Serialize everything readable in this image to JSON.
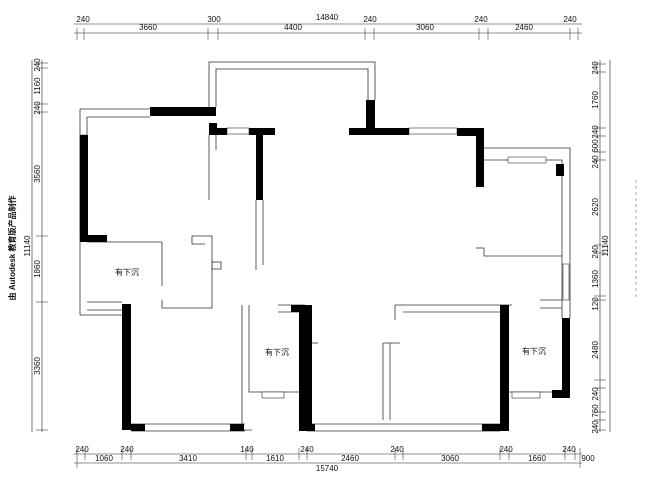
{
  "side_note": "由 Autodesk 教育版产品制作",
  "dimensions": {
    "top_total": "14840",
    "top_ticks": [
      "240",
      "240",
      "240",
      "240"
    ],
    "top_segments": [
      "3660",
      "300",
      "4400",
      "3060",
      "2460"
    ],
    "bottom_total": "15740",
    "bottom_ticks": [
      "240",
      "240",
      "140",
      "240",
      "240",
      "240",
      "240"
    ],
    "bottom_segments": [
      "1060",
      "3410",
      "1610",
      "2460",
      "3060",
      "1660",
      "900"
    ],
    "left_total": "11140",
    "left_segments": [
      "240",
      "1160",
      "240",
      "3560",
      "1860",
      "3360"
    ],
    "right_total": "11140",
    "right_segments": [
      "240",
      "1760",
      "240",
      "600",
      "240",
      "2620",
      "240",
      "1360",
      "120",
      "2480",
      "240",
      "760",
      "240"
    ]
  },
  "rooms": [
    {
      "label": "有下沉"
    },
    {
      "label": "有下沉"
    },
    {
      "label": "有下沉"
    }
  ]
}
